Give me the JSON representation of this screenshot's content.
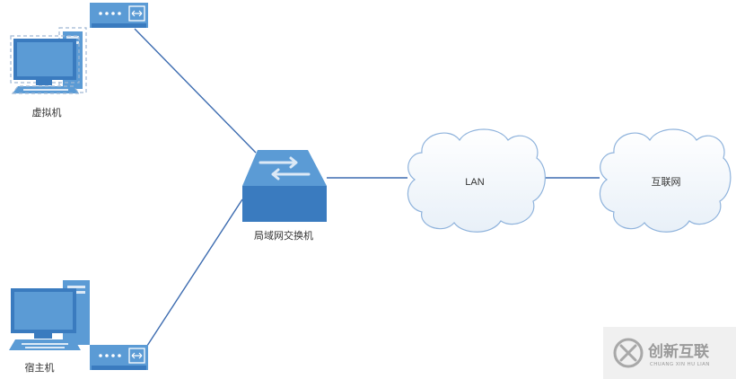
{
  "nodes": {
    "virtual_machine": {
      "label": "虚拟机"
    },
    "host_machine": {
      "label": "宿主机"
    },
    "switch": {
      "label": "局域网交换机"
    },
    "lan_cloud": {
      "label": "LAN"
    },
    "internet_cloud": {
      "label": "互联网"
    }
  },
  "watermark": {
    "name_cn": "创新互联",
    "name_en": "CHUANG XIN HU LIAN"
  },
  "colors": {
    "device_blue": "#5b9bd5",
    "device_dark": "#3a7bbf",
    "link_line": "#3d6cb0",
    "cloud_fill": "#f4f8fc",
    "cloud_stroke": "#8fb3dc"
  }
}
